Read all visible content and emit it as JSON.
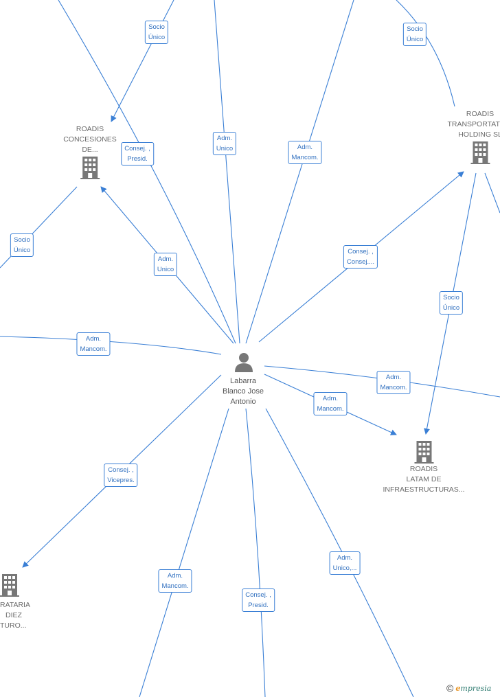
{
  "center": {
    "name_lines": [
      "Labarra",
      "Blanco Jose",
      "Antonio"
    ]
  },
  "companies": {
    "concesiones": {
      "lines": [
        "ROADIS",
        "CONCESIONES",
        "DE..."
      ]
    },
    "transportation": {
      "lines": [
        "ROADIS",
        "TRANSPORTATION",
        "HOLDING  SL"
      ]
    },
    "latam": {
      "lines": [
        "ROADIS",
        "LATAM DE",
        "INFRAESTRUCTURAS..."
      ]
    },
    "concesionaria": {
      "lines": [
        "RATARIA",
        "DIEZ",
        "TURO..."
      ]
    }
  },
  "edge_labels": {
    "socio_top": [
      "Socio",
      "Único"
    ],
    "socio_tr": [
      "Socio",
      "Único"
    ],
    "socio_left": [
      "Socio",
      "Único"
    ],
    "socio_right": [
      "Socio",
      "Único"
    ],
    "consej_presid_top": [
      "Consej. ,",
      "Presid."
    ],
    "adm_unico_top": [
      "Adm.",
      "Unico"
    ],
    "adm_mancom_top": [
      "Adm.",
      "Mancom."
    ],
    "adm_unico_mid": [
      "Adm.",
      "Unico"
    ],
    "consej_consej": [
      "Consej. ,",
      "Consej...."
    ],
    "adm_mancom_left": [
      "Adm.",
      "Mancom."
    ],
    "adm_mancom_right": [
      "Adm.",
      "Mancom."
    ],
    "adm_mancom_latam": [
      "Adm.",
      "Mancom."
    ],
    "consej_vicepres": [
      "Consej. ,",
      "Vicepres."
    ],
    "adm_unico_bottom": [
      "Adm.",
      "Unico,..."
    ],
    "adm_mancom_bottom": [
      "Adm.",
      "Mancom."
    ],
    "consej_presid_bottom": [
      "Consej. ,",
      "Presid."
    ]
  },
  "footer": {
    "copyright_symbol": "©",
    "brand_initial": "e",
    "brand_rest": "mpresia"
  },
  "colors": {
    "edge": "#3a7fd5",
    "label_text": "#2f6fbf",
    "node_icon": "#777777"
  }
}
